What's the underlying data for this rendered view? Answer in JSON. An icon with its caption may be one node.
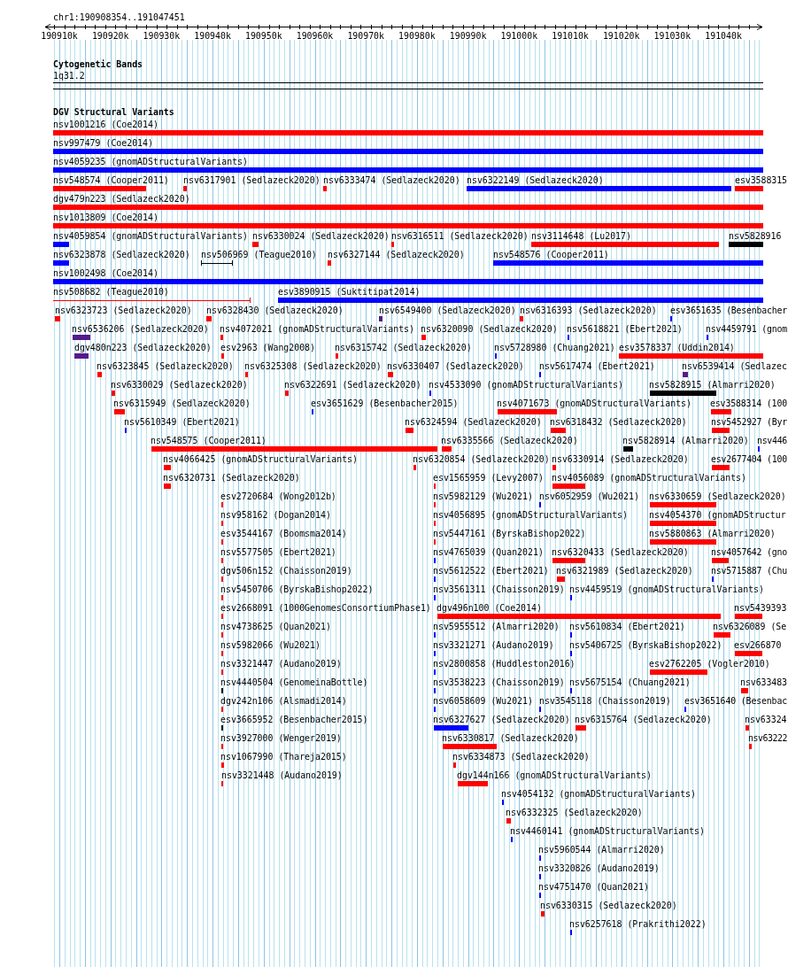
{
  "diagram": {
    "labels": [
      "chr1:190908354..191047451",
      "190910k",
      "190920k",
      "190930k",
      "190940k",
      "190950k",
      "190960k",
      "190970k",
      "190980k",
      "190990k",
      "191000k",
      "191010k",
      "191020k",
      "191030k",
      "191040k",
      "Cytogenetic Bands",
      "1q31.2",
      "DGV Structural Variants",
      "nsv1001216 (Coe2014)",
      "nsv997479 (Coe2014)",
      "nsv4059235 (gnomADStructuralVariants)",
      "nsv548574 (Cooper2011)",
      "nsv6317901 (Sedlazeck2020)",
      "nsv6333474 (Sedlazeck2020)",
      "nsv6322149 (Sedlazeck2020)",
      "esv3588315",
      "dgv479n223 (Sedlazeck2020)",
      "nsv1013809 (Coe2014)",
      "nsv4059854 (gnomADStructuralVariants)",
      "nsv6330024 (Sedlazeck2020)",
      "nsv6316511 (Sedlazeck2020)",
      "nsv3114648 (Lu2017)",
      "nsv5828916",
      "nsv6323878 (Sedlazeck2020)",
      "nsv506969 (Teague2010)",
      "nsv6327144 (Sedlazeck2020)",
      "nsv548576 (Cooper2011)",
      "nsv1002498 (Coe2014)",
      "nsv508682 (Teague2010)",
      "esv3890915 (Suktitipat2014)",
      "nsv6323723 (Sedlazeck2020)",
      "nsv6328430 (Sedlazeck2020)",
      "nsv6549400 (Sedlazeck2020)",
      "nsv6316393 (Sedlazeck2020)",
      "esv3651635 (Besenbacher",
      "nsv6536206 (Sedlazeck2020)",
      "nsv4072021 (gnomADStructuralVariants)",
      "nsv6320090 (Sedlazeck2020)",
      "nsv5618821 (Ebert2021)",
      "nsv4459791 (gnom",
      "dgv480n223 (Sedlazeck2020)",
      "esv2963 (Wang2008)",
      "nsv6315742 (Sedlazeck2020)",
      "nsv5728980 (Chuang2021)",
      "esv3578337 (Uddin2014)",
      "nsv6323845 (Sedlazeck2020)",
      "nsv6325308 (Sedlazeck2020)",
      "nsv6330407 (Sedlazeck2020)",
      "nsv5617474 (Ebert2021)",
      "nsv6539414 (Sedlazec",
      "nsv6330029 (Sedlazeck2020)",
      "nsv6322691 (Sedlazeck2020)",
      "nsv4533090 (gnomADStructuralVariants)",
      "nsv5828915 (Almarri2020)",
      "nsv6315949 (Sedlazeck2020)",
      "esv3651629 (Besenbacher2015)",
      "nsv4071673 (gnomADStructuralVariants)",
      "esv3588314 (100",
      "nsv5610349 (Ebert2021)",
      "nsv6324594 (Sedlazeck2020)",
      "nsv6318432 (Sedlazeck2020)",
      "nsv5452927 (Byr",
      "nsv548575 (Cooper2011)",
      "nsv6335566 (Sedlazeck2020)",
      "nsv5828914 (Almarri2020)",
      "nsv446",
      "nsv4066425 (gnomADStructuralVariants)",
      "nsv6320854 (Sedlazeck2020)",
      "nsv6330914 (Sedlazeck2020)",
      "esv2677404 (100",
      "nsv6320731 (Sedlazeck2020)",
      "esv1565959 (Levy2007)",
      "nsv4056089 (gnomADStructuralVariants)",
      "esv2720684 (Wong2012b)",
      "nsv5982129 (Wu2021)",
      "nsv6052959 (Wu2021)",
      "nsv6330659 (Sedlazeck2020)",
      "nsv958162 (Dogan2014)",
      "nsv4056895 (gnomADStructuralVariants)",
      "nsv4054370 (gnomADStructur",
      "esv3544167 (Boomsma2014)",
      "nsv5447161 (ByrskaBishop2022)",
      "nsv5880863 (Almarri2020)",
      "nsv5577505 (Ebert2021)",
      "nsv4765039 (Quan2021)",
      "nsv6320433 (Sedlazeck2020)",
      "nsv4057642 (gno",
      "dgv506n152 (Chaisson2019)",
      "nsv5612522 (Ebert2021)",
      "nsv6321989 (Sedlazeck2020)",
      "nsv5715887 (Chu",
      "nsv5450706 (ByrskaBishop2022)",
      "nsv3561311 (Chaisson2019)",
      "nsv4459519 (gnomADStructuralVariants)",
      "esv2668091 (1000GenomesConsortiumPhase1)",
      "dgv496n100 (Coe2014)",
      "nsv5439393",
      "nsv4738625 (Quan2021)",
      "nsv5955512 (Almarri2020)",
      "nsv5610834 (Ebert2021)",
      "nsv6326089 (Se",
      "nsv5982066 (Wu2021)",
      "nsv3321271 (Audano2019)",
      "nsv5406725 (ByrskaBishop2022)",
      "esv266870",
      "nsv3321447 (Audano2019)",
      "nsv2800858 (Huddleston2016)",
      "esv2762205 (Vogler2010)",
      "nsv4440504 (GenomeinaBottle)",
      "nsv3538223 (Chaisson2019)",
      "nsv5675154 (Chuang2021)",
      "nsv633483",
      "dgv242n106 (Alsmadi2014)",
      "nsv6058609 (Wu2021)",
      "nsv3545118 (Chaisson2019)",
      "esv3651640 (Besenbac",
      "esv3665952 (Besenbacher2015)",
      "nsv6327627 (Sedlazeck2020)",
      "nsv6315764 (Sedlazeck2020)",
      "nsv63324",
      "nsv3927000 (Wenger2019)",
      "nsv6330817 (Sedlazeck2020)",
      "nsv63222",
      "nsv1067990 (Thareja2015)",
      "nsv6334873 (Sedlazeck2020)",
      "nsv3321448 (Audano2019)",
      "dgv144n166 (gnomADStructuralVariants)",
      "nsv4054132 (gnomADStructuralVariants)",
      "nsv6332325 (Sedlazeck2020)",
      "nsv4460141 (gnomADStructuralVariants)",
      "nsv5960544 (Almarri2020)",
      "nsv3320826 (Audano2019)",
      "nsv4751470 (Quan2021)",
      "nsv6330315 (Sedlazeck2020)",
      "nsv6257618 (Prakrithi2022)"
    ]
  }
}
